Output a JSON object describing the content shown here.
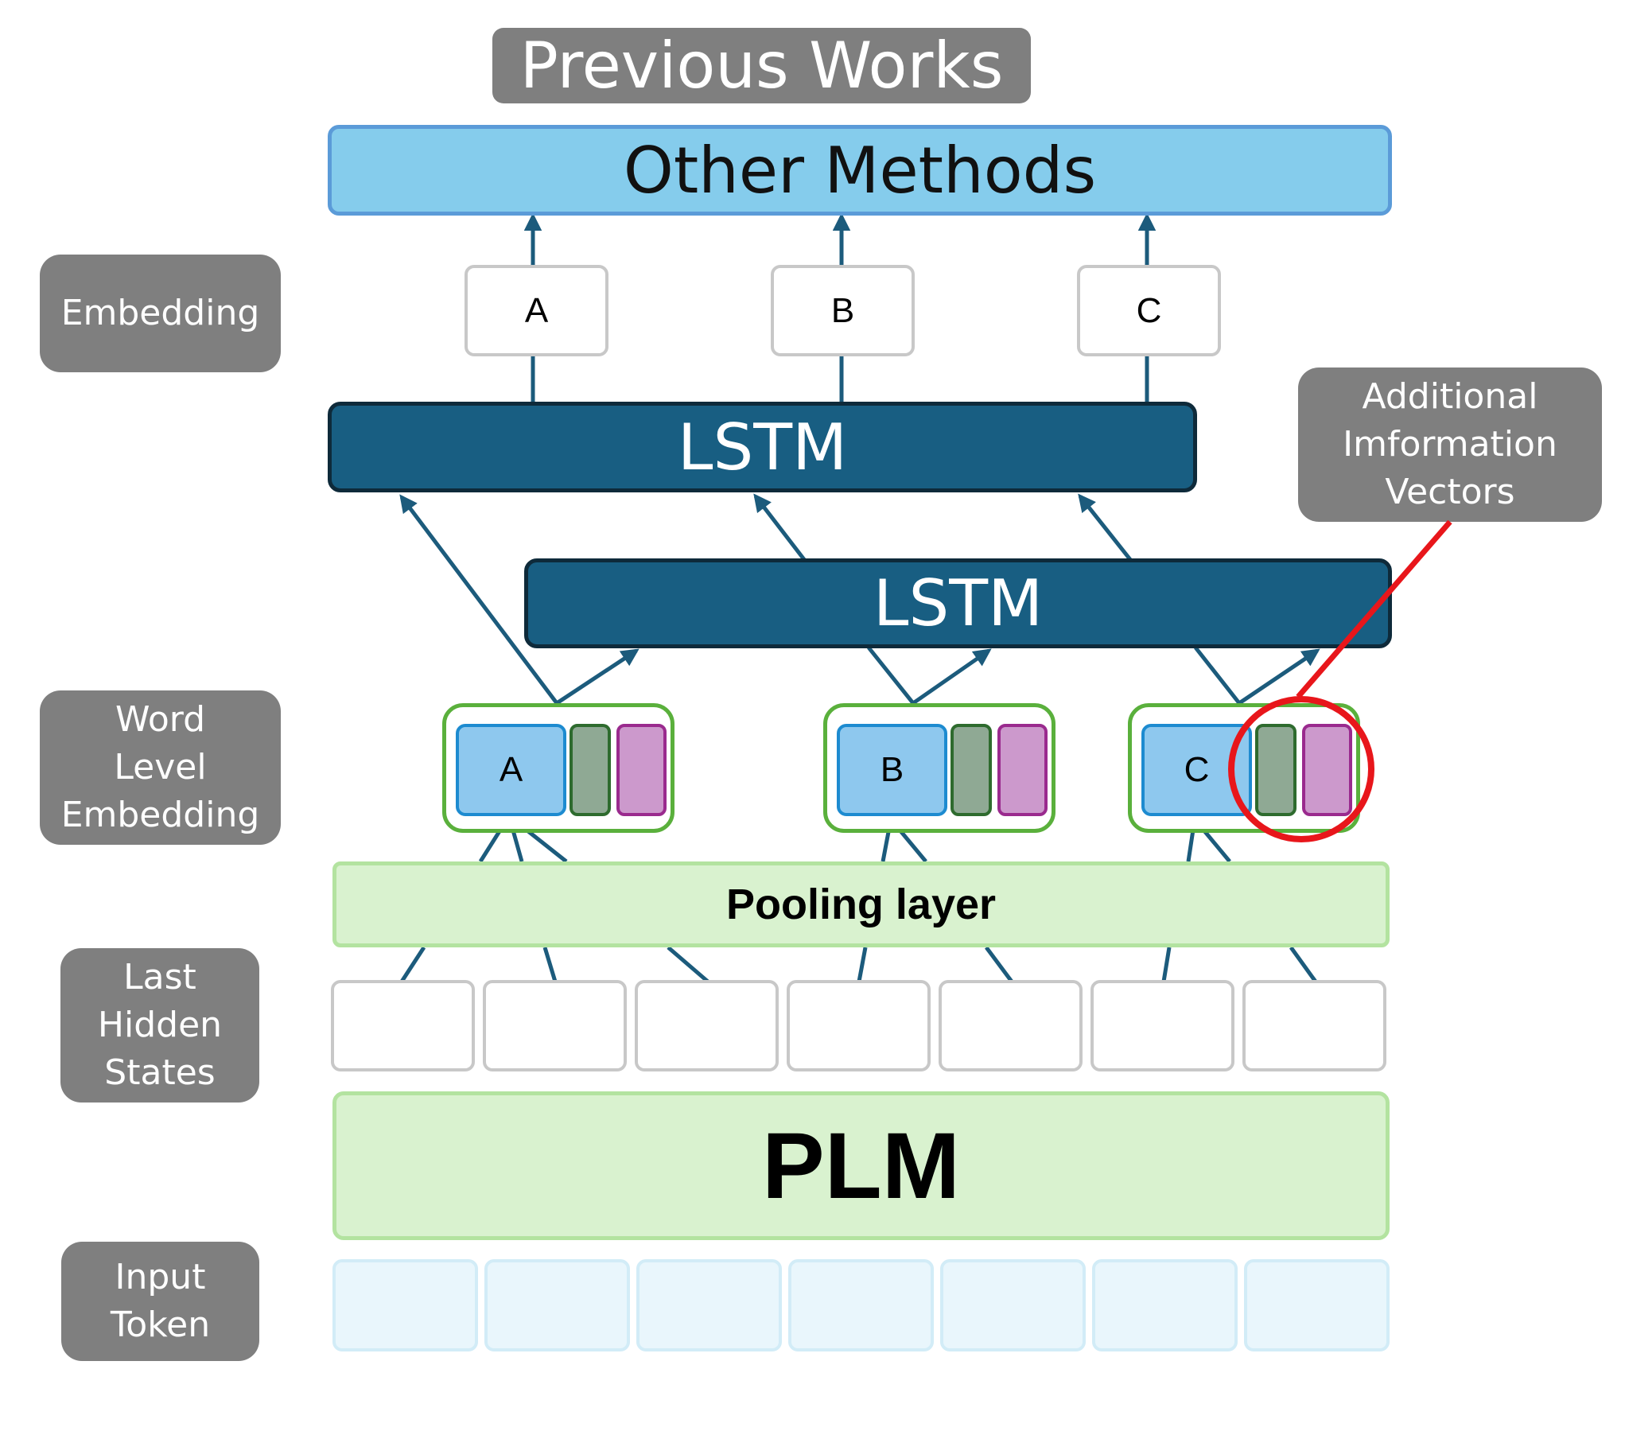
{
  "title": "Previous Works",
  "top_box": "Other Methods",
  "side_labels": {
    "embedding": "Embedding",
    "word_level": "Word\nLevel\nEmbedding",
    "last_hidden": "Last\nHidden\nStates",
    "input_token": "Input\nToken"
  },
  "callout": "Additional\nImformation\nVectors",
  "embeddings": [
    "A",
    "B",
    "C"
  ],
  "lstm_top": "LSTM",
  "lstm_bottom": "LSTM",
  "words": [
    "A",
    "B",
    "C"
  ],
  "pooling": "Pooling layer",
  "plm": "PLM",
  "colors": {
    "lstm": "#185e82",
    "arrow": "#1c5b7c",
    "highlight": "#e8161b",
    "word_group_border": "#5ab03c"
  }
}
